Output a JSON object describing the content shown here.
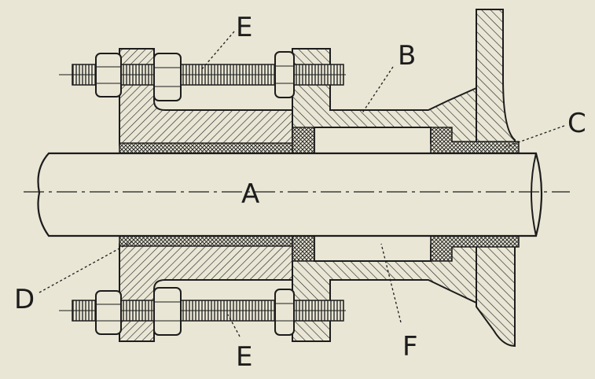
{
  "diagram": {
    "labels": {
      "a": "A",
      "b": "B",
      "c": "C",
      "d": "D",
      "e_top": "E",
      "e_bottom": "E",
      "f": "F"
    }
  },
  "colors": {
    "paper": "#e9e6d5",
    "ink": "#1c1c1c"
  }
}
